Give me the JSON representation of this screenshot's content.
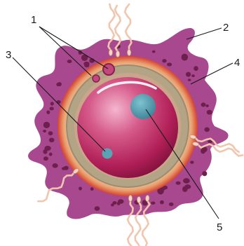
{
  "labels": {
    "l1": "1",
    "l2": "2",
    "l3": "3",
    "l4": "4",
    "l5": "5"
  },
  "colors": {
    "background": "#ffffff",
    "corona": "#a8498f",
    "corona_dots": "#6e1f4b",
    "zona_outer": "#e8893a",
    "zona_band": "#9c8c70",
    "cytoplasm": "#b8245c",
    "nucleus": "#4c97a8",
    "sperm": "#f1c6ae",
    "text": "#1a1a1a"
  },
  "sperm_count": 8,
  "cytoplasm_dots": 60
}
